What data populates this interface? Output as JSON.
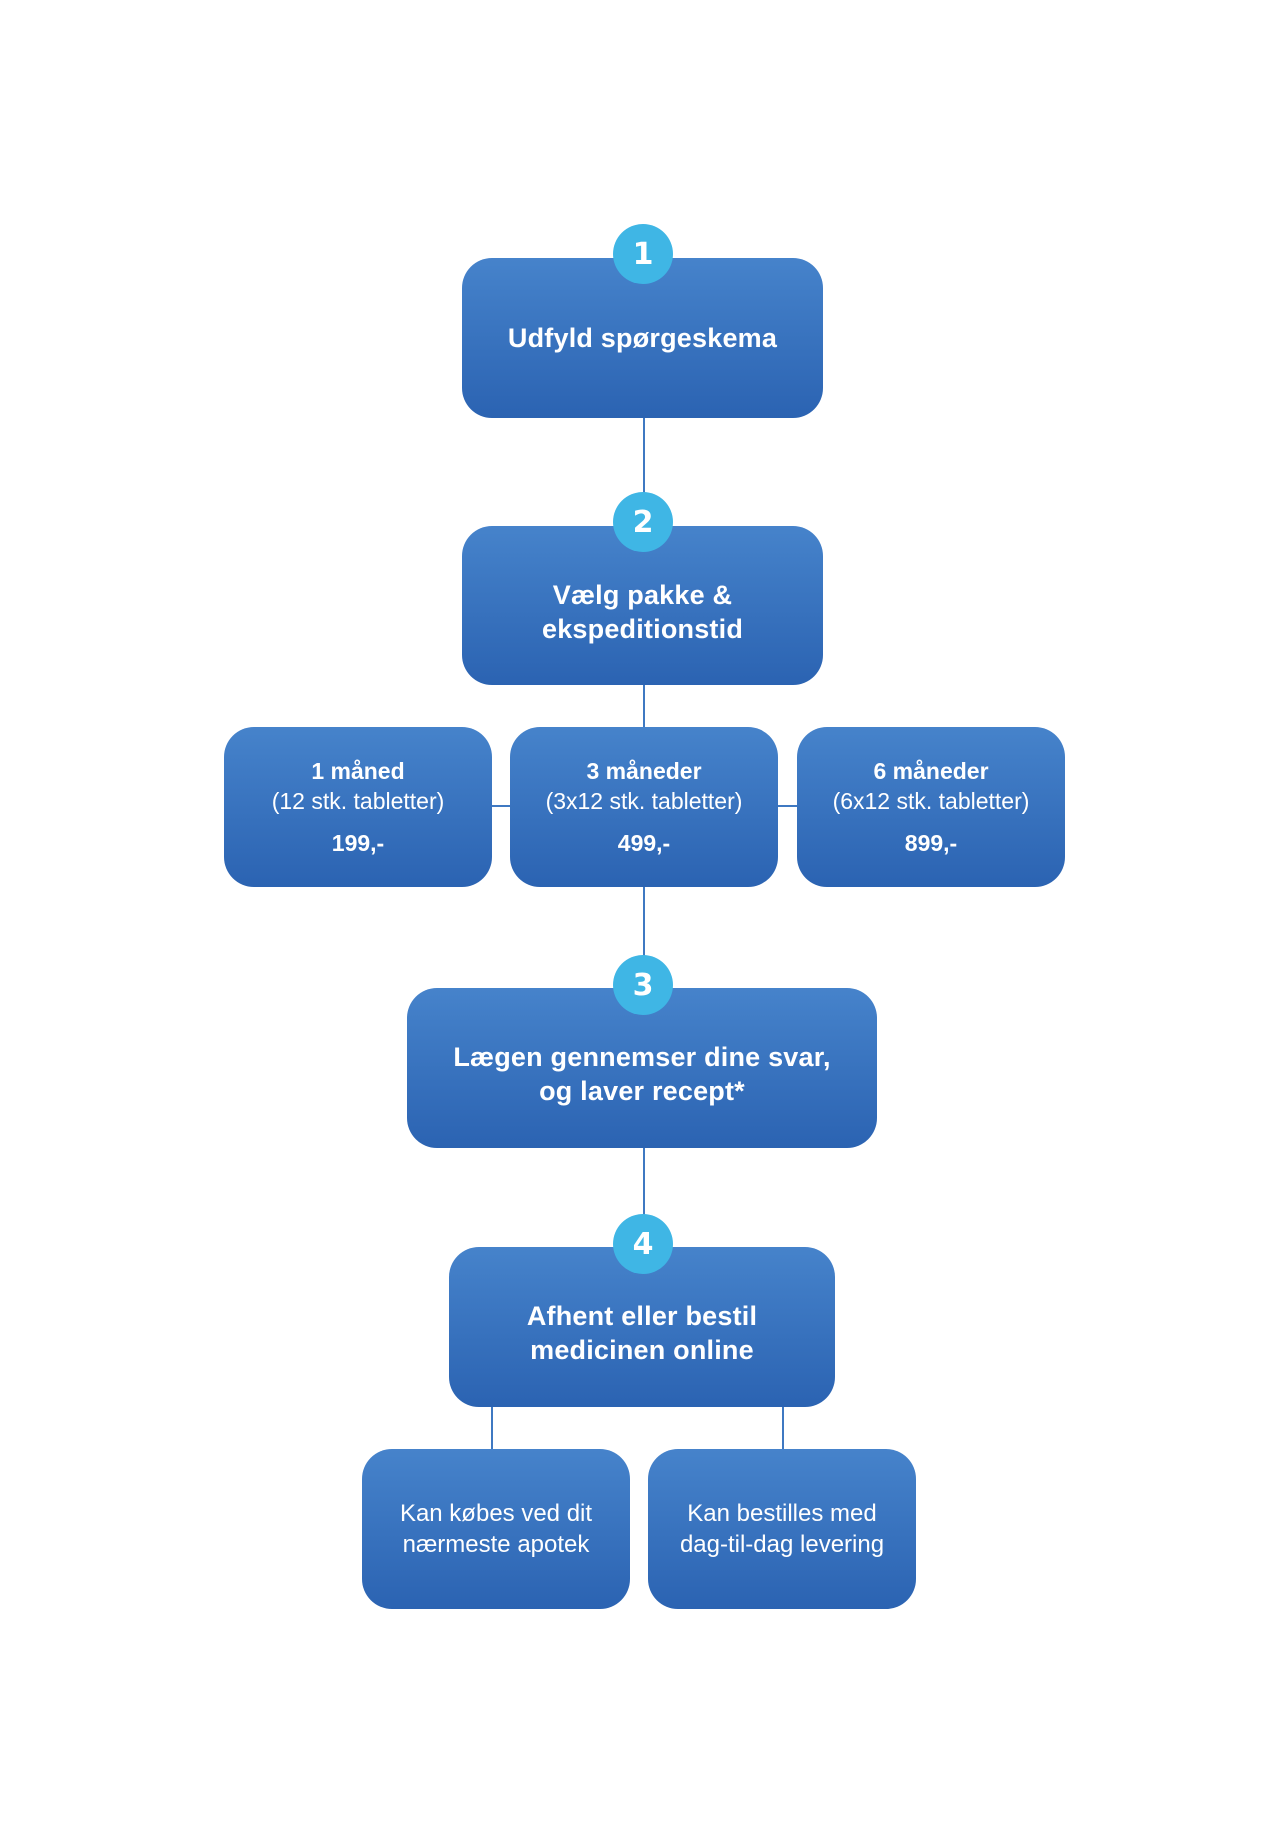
{
  "steps": [
    {
      "number": "1",
      "lines": [
        "Udfyld spørgeskema"
      ]
    },
    {
      "number": "2",
      "lines": [
        "Vælg pakke &",
        "ekspeditionstid"
      ]
    },
    {
      "number": "3",
      "lines": [
        "Lægen gennemser dine svar,",
        "og laver recept*"
      ]
    },
    {
      "number": "4",
      "lines": [
        "Afhent eller bestil",
        "medicinen online"
      ]
    }
  ],
  "packages": [
    {
      "name": "1 måned",
      "detail": "(12 stk. tabletter)",
      "price": "199,-"
    },
    {
      "name": "3 måneder",
      "detail": "(3x12 stk. tabletter)",
      "price": "499,-"
    },
    {
      "name": "6 måneder",
      "detail": "(6x12 stk. tabletter)",
      "price": "899,-"
    }
  ],
  "options": [
    {
      "lines": [
        "Kan købes ved dit",
        "nærmeste apotek"
      ]
    },
    {
      "lines": [
        "Kan bestilles med",
        "dag-til-dag levering"
      ]
    }
  ],
  "colors": {
    "box_top": "#4683cb",
    "box_bottom": "#2b63b2",
    "badge": "#3fb6e5",
    "connector": "#3f79c2"
  }
}
